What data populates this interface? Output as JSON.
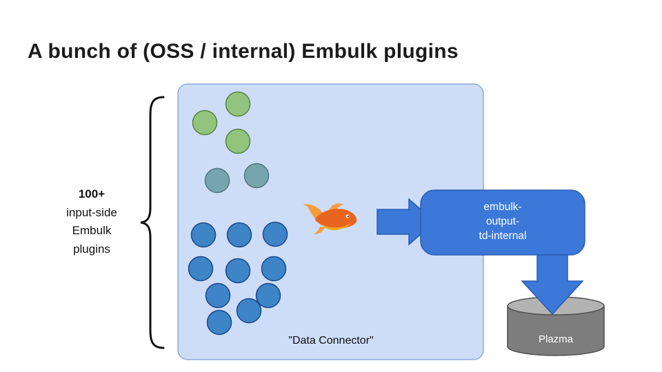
{
  "title": "A bunch of (OSS / internal) Embulk plugins",
  "brace_label": {
    "count": "100+",
    "lines": [
      "input-side",
      "Embulk",
      "plugins"
    ]
  },
  "connector": {
    "label": "\"Data Connector\""
  },
  "output_plugin": {
    "lines": [
      "embulk-",
      "output-",
      "td-internal"
    ]
  },
  "database": {
    "label": "Plazma"
  },
  "icons": {
    "embulk_logo": "orange-fish-logo",
    "brace": "left-curly-brace",
    "right_arrow": "block-arrow-right",
    "down_arrow": "block-arrow-down",
    "database": "cylinder-database"
  },
  "colors": {
    "container_fill": "#cdddf7",
    "container_stroke": "#8fa9d8",
    "plugin_green": "#93c47d",
    "plugin_green_stroke": "#55823f",
    "plugin_teal": "#76a5af",
    "plugin_teal_stroke": "#50747d",
    "plugin_blue": "#3d85c6",
    "plugin_blue_stroke": "#1c4587",
    "arrow_blue": "#3b78d8",
    "arrow_stroke": "#2a5db0",
    "output_box_blue": "#3b78d8",
    "cylinder_body": "#7d7d7d",
    "cylinder_top": "#b3b3b3",
    "cylinder_stroke": "#4f4f4f",
    "text_dark": "#1b1b1b",
    "text_light": "#ffffff"
  }
}
